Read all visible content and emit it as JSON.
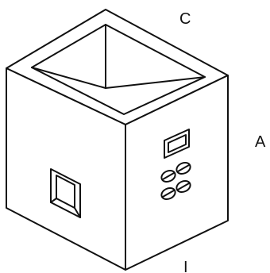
{
  "labels": {
    "top": "C",
    "right": "A",
    "bottom": "I"
  },
  "colors": {
    "stroke": "#111111",
    "fill": "#ffffff"
  }
}
